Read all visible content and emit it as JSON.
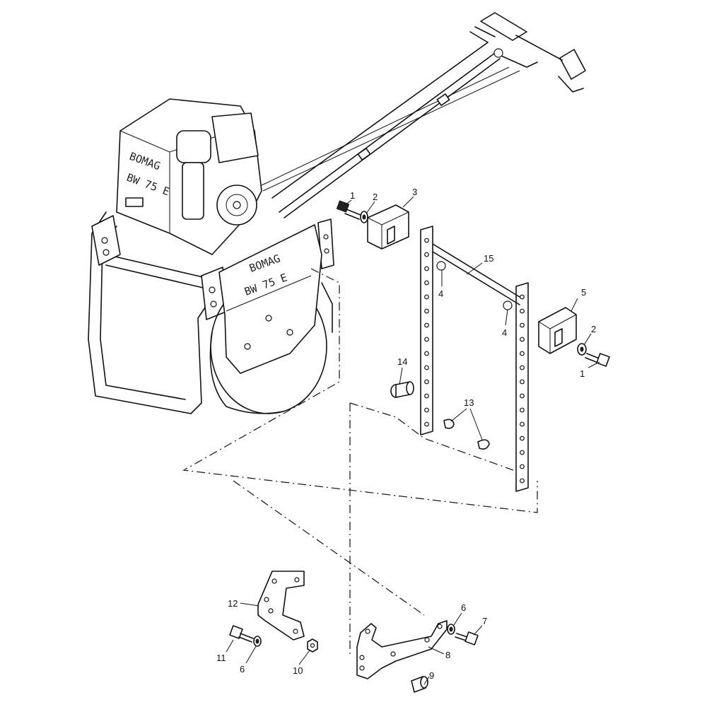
{
  "machine": {
    "engine_label_line1": "BOMAG",
    "engine_label_line2": "BW 75 E",
    "plate_label_line1": "BOMAG",
    "plate_label_line2": "BW 75 E"
  },
  "callouts": [
    {
      "id": "c1a",
      "text": "1"
    },
    {
      "id": "c2a",
      "text": "2"
    },
    {
      "id": "c3",
      "text": "3"
    },
    {
      "id": "c15",
      "text": "15"
    },
    {
      "id": "c4a",
      "text": "4"
    },
    {
      "id": "c4b",
      "text": "4"
    },
    {
      "id": "c5",
      "text": "5"
    },
    {
      "id": "c2b",
      "text": "2"
    },
    {
      "id": "c1b",
      "text": "1"
    },
    {
      "id": "c14",
      "text": "14"
    },
    {
      "id": "c13",
      "text": "13"
    },
    {
      "id": "c12",
      "text": "12"
    },
    {
      "id": "c6a",
      "text": "6"
    },
    {
      "id": "c7",
      "text": "7"
    },
    {
      "id": "c8",
      "text": "8"
    },
    {
      "id": "c11",
      "text": "11"
    },
    {
      "id": "c6b",
      "text": "6"
    },
    {
      "id": "c10",
      "text": "10"
    },
    {
      "id": "c9",
      "text": "9"
    }
  ]
}
